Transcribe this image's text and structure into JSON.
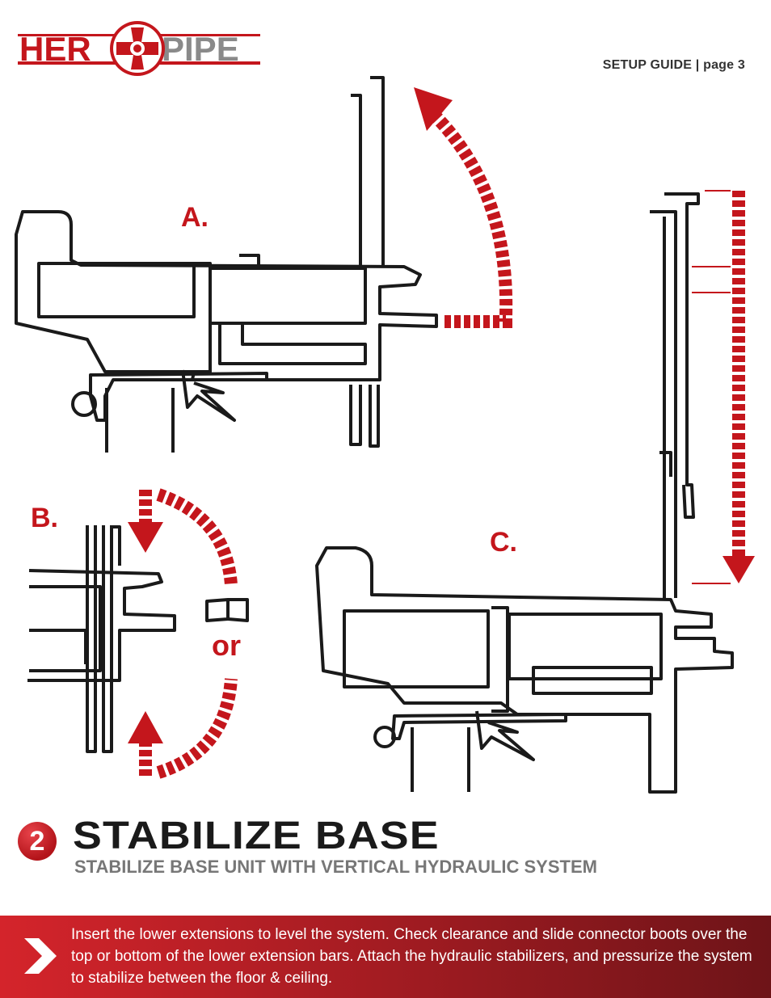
{
  "header": {
    "logo_text_left": "HER",
    "logo_text_right": "PIPE",
    "page_label": "SETUP GUIDE | page 3"
  },
  "figures": {
    "label_a": "A.",
    "label_b": "B.",
    "label_c": "C.",
    "or_label": "or"
  },
  "step": {
    "number": "2",
    "title": "STABILIZE BASE",
    "subtitle": "STABILIZE BASE UNIT WITH VERTICAL HYDRAULIC SYSTEM"
  },
  "banner": {
    "icon": "chevron-right-icon",
    "text": "Insert the lower extensions to level the system. Check clearance and slide connector boots over the top or bottom of the lower extension bars. Attach the hydraulic stabilizers, and pressurize the system to stabilize between the floor & ceiling."
  },
  "colors": {
    "brand_red": "#c4161c",
    "dark_red": "#6e1418",
    "outline": "#1a1a1a"
  }
}
